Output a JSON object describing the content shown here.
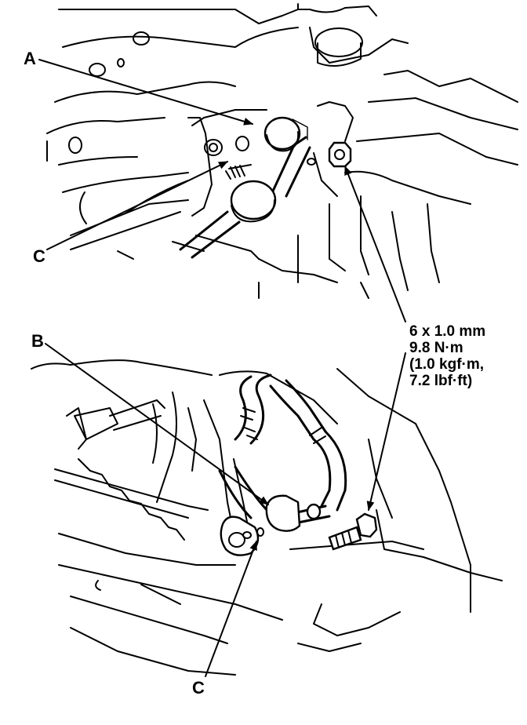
{
  "callouts": {
    "a": "A",
    "b": "B",
    "c_top": "C",
    "c_bottom": "C"
  },
  "torque_spec": {
    "size": "6 x 1.0 mm",
    "newton_meters": "9.8 N·m",
    "kgf_m": "(1.0 kgf·m,",
    "lbf_ft": "7.2 lbf·ft)"
  },
  "colors": {
    "ink": "#000000",
    "paper": "#ffffff"
  }
}
